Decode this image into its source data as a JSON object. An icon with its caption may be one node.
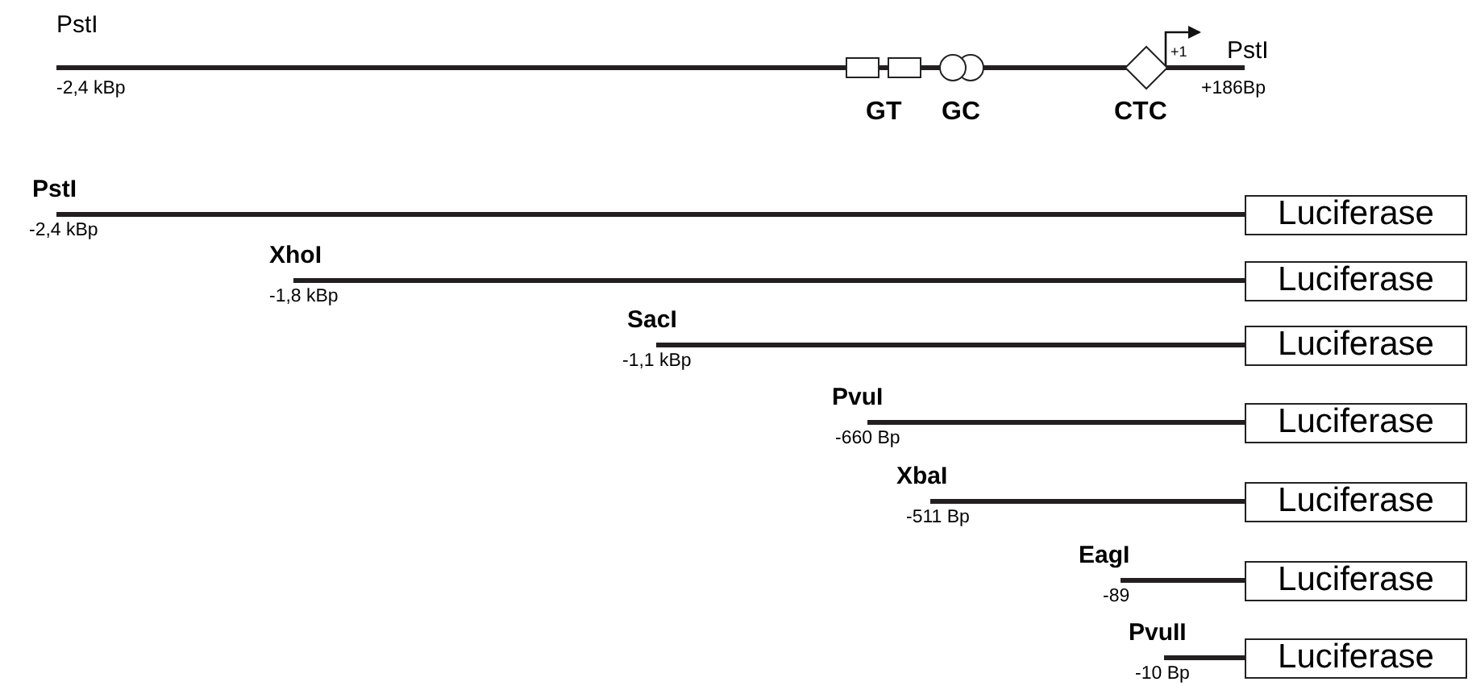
{
  "diagram": {
    "nodes": [
      {
        "text": [
          "GT"
        ]
      },
      {
        "text": [
          "GC"
        ]
      },
      {
        "text": [
          "CTC"
        ]
      },
      {
        "text": [
          "PstI"
        ],
        "beside": [
          "-2,4 kBp"
        ]
      },
      {
        "text": [
          "Luciferase"
        ]
      },
      {
        "text": [
          "XhoI"
        ],
        "beside": [
          "-1,8 kBp"
        ]
      },
      {
        "text": [
          "Luciferase"
        ]
      },
      {
        "text": [
          "SacI"
        ],
        "beside": [
          "-1,1 kBp"
        ]
      },
      {
        "text": [
          "Luciferase"
        ]
      },
      {
        "text": [
          "PvuI"
        ],
        "beside": [
          "-660 Bp"
        ]
      },
      {
        "text": [
          "Luciferase"
        ]
      },
      {
        "text": [
          "XbaI"
        ],
        "beside": [
          "-511 Bp"
        ]
      },
      {
        "text": [
          "Luciferase"
        ]
      },
      {
        "text": [
          "EagI"
        ],
        "beside": [
          "-89"
        ]
      },
      {
        "text": [
          "Luciferase"
        ]
      },
      {
        "text": [
          "PvuII"
        ],
        "beside": [
          "-10 Bp"
        ]
      },
      {
        "text": [
          "Luciferase"
        ]
      }
    ],
    "edges": [
      {
        "from": 3,
        "to": 4,
        "arrow": "none"
      },
      {
        "from": 5,
        "to": 6,
        "arrow": "none"
      },
      {
        "from": 7,
        "to": 8,
        "arrow": "none"
      },
      {
        "from": 9,
        "to": 10,
        "arrow": "none"
      },
      {
        "from": 11,
        "to": 12,
        "arrow": "none"
      },
      {
        "from": 13,
        "to": 14,
        "arrow": "none"
      },
      {
        "from": 15,
        "to": 16,
        "arrow": "none"
      }
    ],
    "labels": [
      "PstI",
      "-2,4 kBp",
      "+1",
      "PstI",
      "+186Bp"
    ]
  }
}
